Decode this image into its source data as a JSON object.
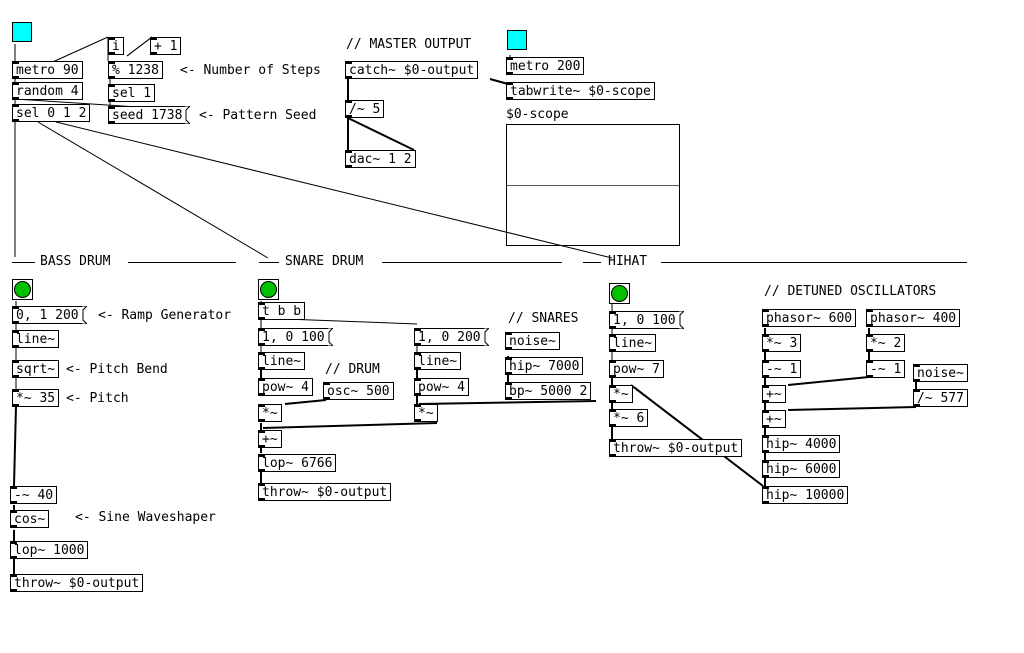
{
  "bangs": [
    "",
    "",
    "",
    "",
    "",
    ""
  ],
  "boxes": {
    "metro90": "metro 90",
    "random4": "random 4",
    "sel012": "sel 0 1 2",
    "i": "i",
    "plus1": "+ 1",
    "mod1238": "% 1238",
    "sel1": "sel 1",
    "seed1738": "seed 1738",
    "catch": "catch~ $0-output",
    "div5": "/~ 5",
    "dac": "dac~ 1 2",
    "metro200": "metro 200",
    "tabwrite": "tabwrite~ $0-scope",
    "ramp": "0, 1 200",
    "line_bd": "line~",
    "sqrt": "sqrt~",
    "mul35": "*~ 35",
    "sub40": "-~ 40",
    "cos": "cos~",
    "lop1000": "lop~ 1000",
    "throw_bd": "throw~ $0-output",
    "tbb": "t b b",
    "msg_sn1": "1, 0 100",
    "line_sn1": "line~",
    "pow4a": "pow~ 4",
    "osc500": "osc~ 500",
    "mul_sn1": "*~",
    "add_sn": "+~",
    "lop6766": "lop~ 6766",
    "throw_sn": "throw~ $0-output",
    "msg_sn2": "1, 0 200",
    "line_sn2": "line~",
    "pow4b": "pow~ 4",
    "mul_sn2": "*~",
    "noise_sn": "noise~",
    "hip7000": "hip~ 7000",
    "bp5000": "bp~ 5000 2",
    "msg_hh": "1, 0 100",
    "line_hh": "line~",
    "pow7": "pow~ 7",
    "mul_hh": "*~",
    "mul6": "*~ 6",
    "throw_hh": "throw~ $0-output",
    "phasor600": "phasor~ 600",
    "phasor400": "phasor~ 400",
    "mul3": "*~ 3",
    "mul2": "*~ 2",
    "sub1a": "-~ 1",
    "sub1b": "-~ 1",
    "noise_hh": "noise~",
    "add_osc1": "+~",
    "add_osc2": "+~",
    "div577": "/~ 577",
    "hip4000": "hip~ 4000",
    "hip6000": "hip~ 6000",
    "hip10000": "hip~ 10000"
  },
  "comments": {
    "steps": "<- Number of Steps",
    "seed": "<- Pattern Seed",
    "master": "// MASTER OUTPUT",
    "scope": "$0-scope",
    "bassdrum": "BASS DRUM",
    "snaredrum": "SNARE DRUM",
    "hihat": "HIHAT",
    "ramp": "<- Ramp Generator",
    "pitchbend": "<- Pitch Bend",
    "pitch": "<- Pitch",
    "waveshaper": "<- Sine Waveshaper",
    "drum": "// DRUM",
    "snares": "// SNARES",
    "detuned": "// DETUNED OSCILLATORS"
  },
  "colors": {
    "bang_cyan": "#00ffff",
    "bang_green": "#00c000",
    "wire": "#000000"
  }
}
